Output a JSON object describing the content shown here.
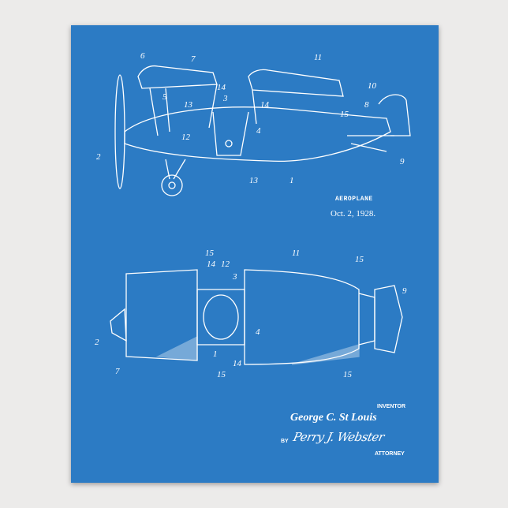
{
  "colors": {
    "paper": "#2c7bc4",
    "wall": "#ecebea",
    "ink": "#ffffff"
  },
  "patent": {
    "title": "AEROPLANE",
    "date": "Oct. 2, 1928.",
    "inventor_heading": "INVENTOR",
    "inventor_name": "George C. St Louis",
    "by_label": "BY",
    "attorney_signature": "Perry J. Webster",
    "attorney_heading": "ATTORNEY"
  },
  "side_view_labels": [
    "6",
    "7",
    "5",
    "11",
    "10",
    "14",
    "3",
    "13",
    "14",
    "8",
    "15",
    "4",
    "12",
    "2",
    "13",
    "1",
    "9"
  ],
  "top_view_labels": [
    "15",
    "14",
    "12",
    "3",
    "11",
    "15",
    "9",
    "2",
    "4",
    "7",
    "1",
    "14",
    "15",
    "15"
  ]
}
